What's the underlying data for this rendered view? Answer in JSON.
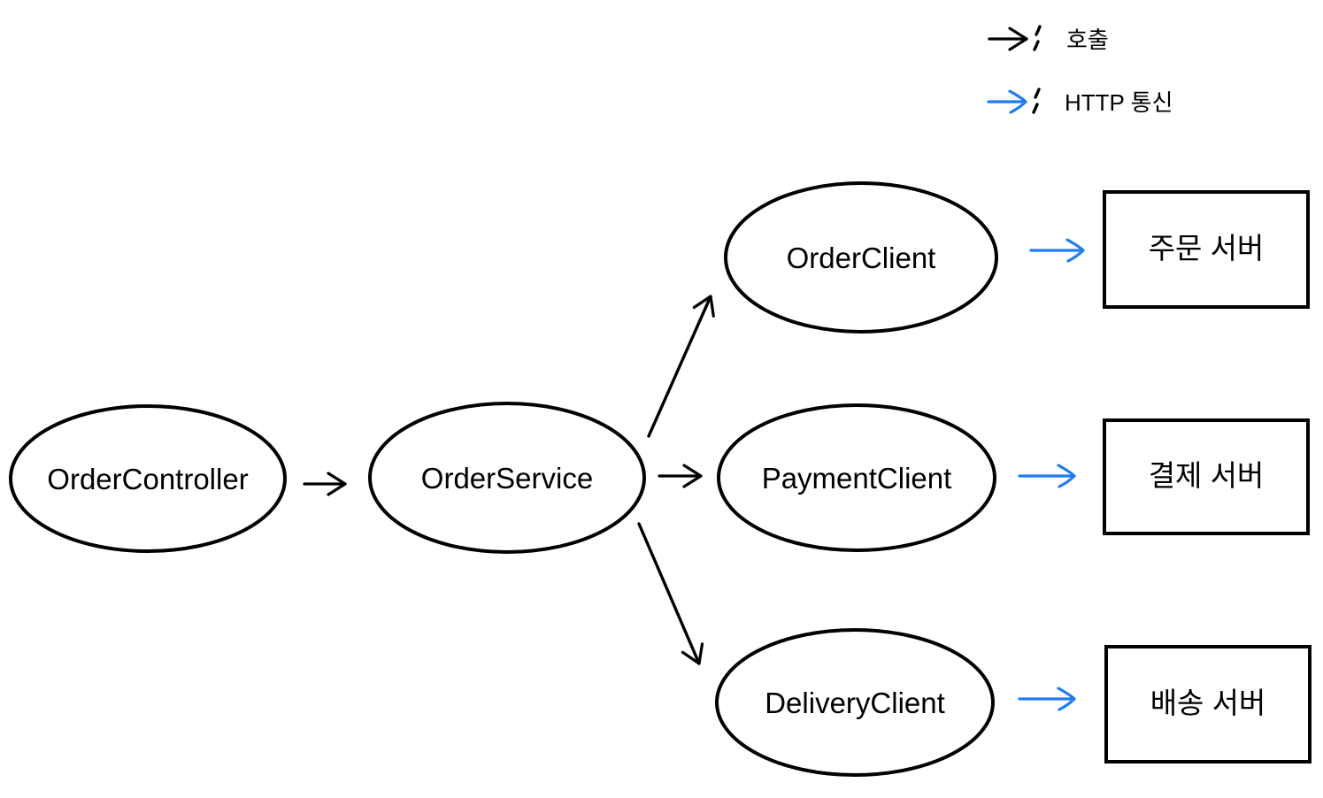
{
  "colors": {
    "stroke_black": "#000000",
    "http_blue": "#1e7cf5",
    "background": "#ffffff"
  },
  "legend": {
    "items": [
      {
        "label": "호출",
        "arrow_color": "#000000"
      },
      {
        "label": "HTTP 통신",
        "arrow_color": "#1e7cf5"
      }
    ]
  },
  "nodes": {
    "order_controller": {
      "label": "OrderController",
      "shape": "ellipse"
    },
    "order_service": {
      "label": "OrderService",
      "shape": "ellipse"
    },
    "order_client": {
      "label": "OrderClient",
      "shape": "ellipse"
    },
    "payment_client": {
      "label": "PaymentClient",
      "shape": "ellipse"
    },
    "delivery_client": {
      "label": "DeliveryClient",
      "shape": "ellipse"
    }
  },
  "servers": {
    "order_server": {
      "label": "주문 서버",
      "shape": "rectangle"
    },
    "payment_server": {
      "label": "결제 서버",
      "shape": "rectangle"
    },
    "delivery_server": {
      "label": "배송 서버",
      "shape": "rectangle"
    }
  },
  "edges": [
    {
      "from": "OrderController",
      "to": "OrderService",
      "type": "호출"
    },
    {
      "from": "OrderService",
      "to": "OrderClient",
      "type": "호출"
    },
    {
      "from": "OrderService",
      "to": "PaymentClient",
      "type": "호출"
    },
    {
      "from": "OrderService",
      "to": "DeliveryClient",
      "type": "호출"
    },
    {
      "from": "OrderClient",
      "to": "주문 서버",
      "type": "HTTP 통신"
    },
    {
      "from": "PaymentClient",
      "to": "결제 서버",
      "type": "HTTP 통신"
    },
    {
      "from": "DeliveryClient",
      "to": "배송 서버",
      "type": "HTTP 통신"
    }
  ]
}
